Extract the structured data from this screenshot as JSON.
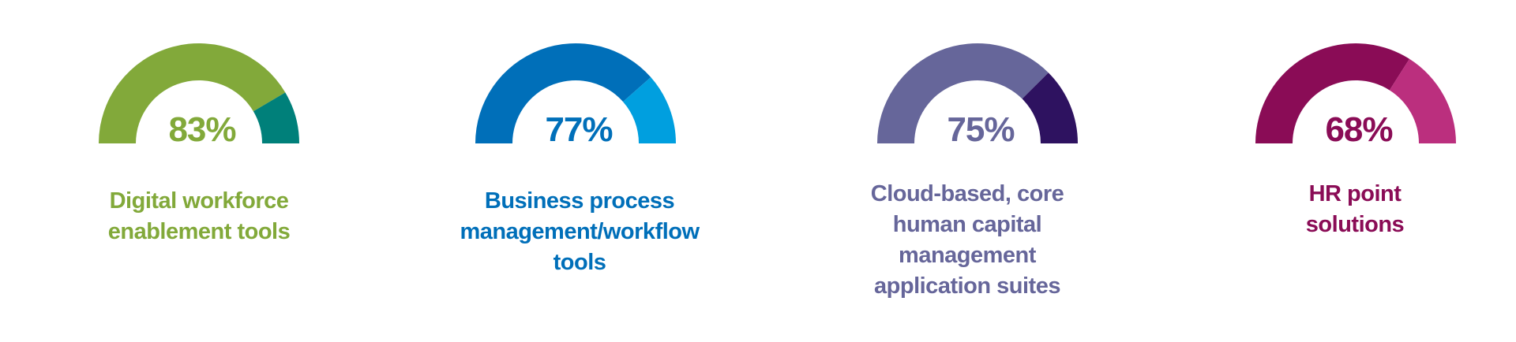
{
  "chart_data": {
    "type": "gauge",
    "range": [
      0,
      100
    ],
    "items": [
      {
        "value": 83,
        "value_label": "83%",
        "label_lines": [
          "Digital workforce",
          "enablement tools"
        ],
        "color": "#82a93a",
        "remainder_color": "#00807a"
      },
      {
        "value": 77,
        "value_label": "77%",
        "label_lines": [
          "Business process",
          "management/workflow",
          "tools"
        ],
        "color": "#006fb9",
        "remainder_color": "#009fdf"
      },
      {
        "value": 75,
        "value_label": "75%",
        "label_lines": [
          "Cloud-based, core",
          "human capital",
          "management",
          "application suites"
        ],
        "color": "#66669a",
        "remainder_color": "#2e1260"
      },
      {
        "value": 68,
        "value_label": "68%",
        "label_lines": [
          "HR point",
          "solutions"
        ],
        "color": "#8a0c56",
        "remainder_color": "#bb2f7e"
      }
    ]
  }
}
